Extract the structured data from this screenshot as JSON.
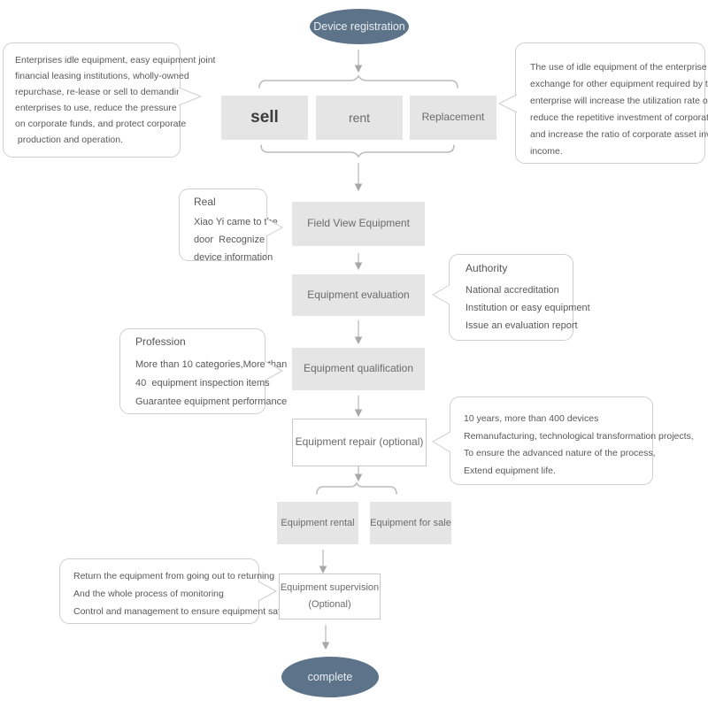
{
  "colors": {
    "terminal_fill": "#5c7389",
    "box_fill": "#e5e5e5",
    "outline": "#cfcfcf",
    "connector": "#a8a8a8",
    "text": "#6b6b6b"
  },
  "nodes": {
    "start": "Device registration",
    "sell": "sell",
    "rent": "rent",
    "replacement": "Replacement",
    "field_view": "Field View Equipment",
    "evaluation": "Equipment evaluation",
    "qualification": "Equipment qualification",
    "repair": "Equipment repair (optional)",
    "rental": "Equipment  rental",
    "sale": "Equipment for sale",
    "supervision": "Equipment supervision",
    "supervision_note": "(Optional)",
    "complete": "complete"
  },
  "callouts": {
    "idle": {
      "lines": [
        "Enterprises idle equipment, easy equipment joint",
        "financial leasing institutions, wholly-owned",
        "repurchase, re-lease or sell to demanding",
        "enterprises to use, reduce the pressure",
        "on corporate funds, and protect corporate",
        " production and operation."
      ]
    },
    "exchange": {
      "lines": [
        "The use of idle equipment of the enterprise in",
        "exchange for other equipment required by the",
        "enterprise will increase the utilization rate of assets,",
        "reduce the repetitive investment of corporate assets,",
        "and increase the ratio of corporate asset investment",
        "income."
      ]
    },
    "real": {
      "title": "Real",
      "lines": [
        "Xiao Yi came to the",
        "door  Recognize",
        "device information"
      ]
    },
    "authority": {
      "title": "Authority",
      "lines": [
        "National accreditation",
        "Institution or easy equipment",
        "Issue an evaluation report"
      ]
    },
    "profession": {
      "title": "Profession",
      "lines": [
        "More than 10 categories,More than",
        "40  equipment inspection items",
        "Guarantee equipment performance"
      ]
    },
    "years": {
      "lines": [
        "10 years, more than 400 devices",
        "Remanufacturing, technological transformation projects,",
        "To ensure the advanced nature of the process,",
        "Extend equipment life."
      ]
    },
    "return": {
      "lines": [
        "Return the equipment from going out to returning",
        "And the whole process of monitoring",
        "Control and management to ensure equipment safety"
      ]
    }
  }
}
